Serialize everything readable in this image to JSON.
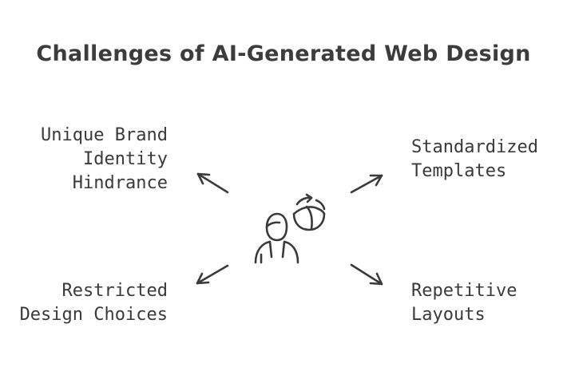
{
  "title": "Challenges of AI-Generated Web Design",
  "center_icon": "person-with-refresh-globe-icon",
  "items": [
    {
      "id": "top-left",
      "label": "Unique Brand\nIdentity\nHindrance"
    },
    {
      "id": "top-right",
      "label": "Standardized\nTemplates"
    },
    {
      "id": "bottom-left",
      "label": "Restricted\nDesign Choices"
    },
    {
      "id": "bottom-right",
      "label": "Repetitive\nLayouts"
    }
  ],
  "colors": {
    "text": "#3a3a3a",
    "stroke": "#3a3a3a",
    "background": "#ffffff"
  }
}
